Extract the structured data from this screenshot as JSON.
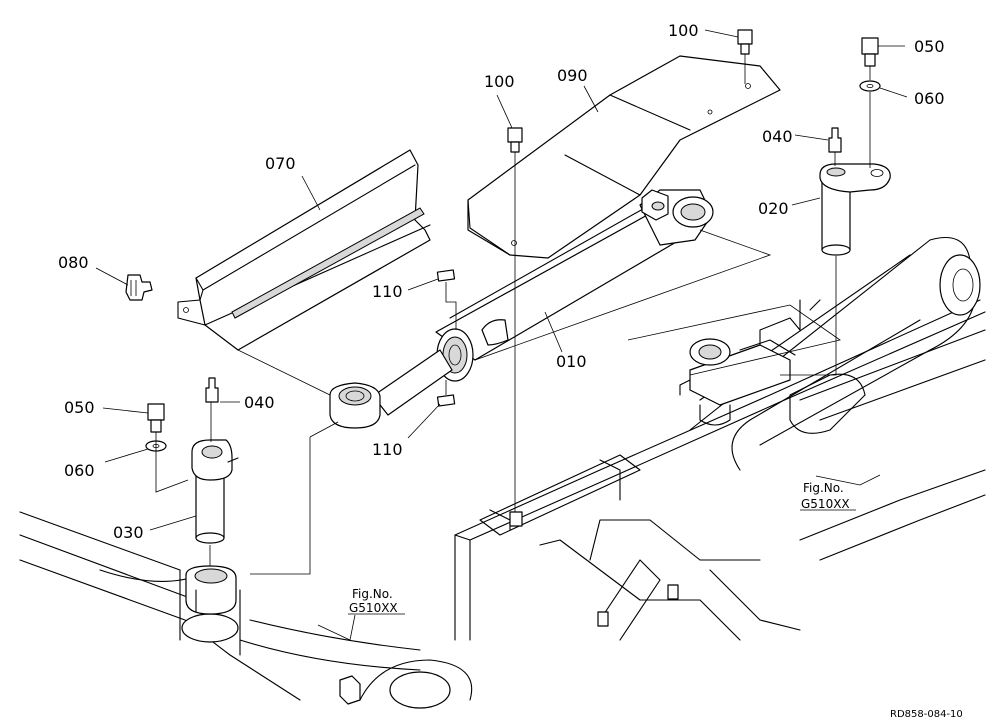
{
  "callouts": {
    "p010": "010",
    "p020": "020",
    "p030": "030",
    "p040a": "040",
    "p040b": "040",
    "p050a": "050",
    "p050b": "050",
    "p060a": "060",
    "p060b": "060",
    "p070": "070",
    "p080": "080",
    "p090": "090",
    "p100a": "100",
    "p100b": "100",
    "p110a": "110",
    "p110b": "110"
  },
  "references": {
    "ref_left": {
      "line1": "Fig.No.",
      "line2": "G510XX"
    },
    "ref_right": {
      "line1": "Fig.No.",
      "line2": "G510XX"
    }
  },
  "drawing_code": "RD858-084-10"
}
